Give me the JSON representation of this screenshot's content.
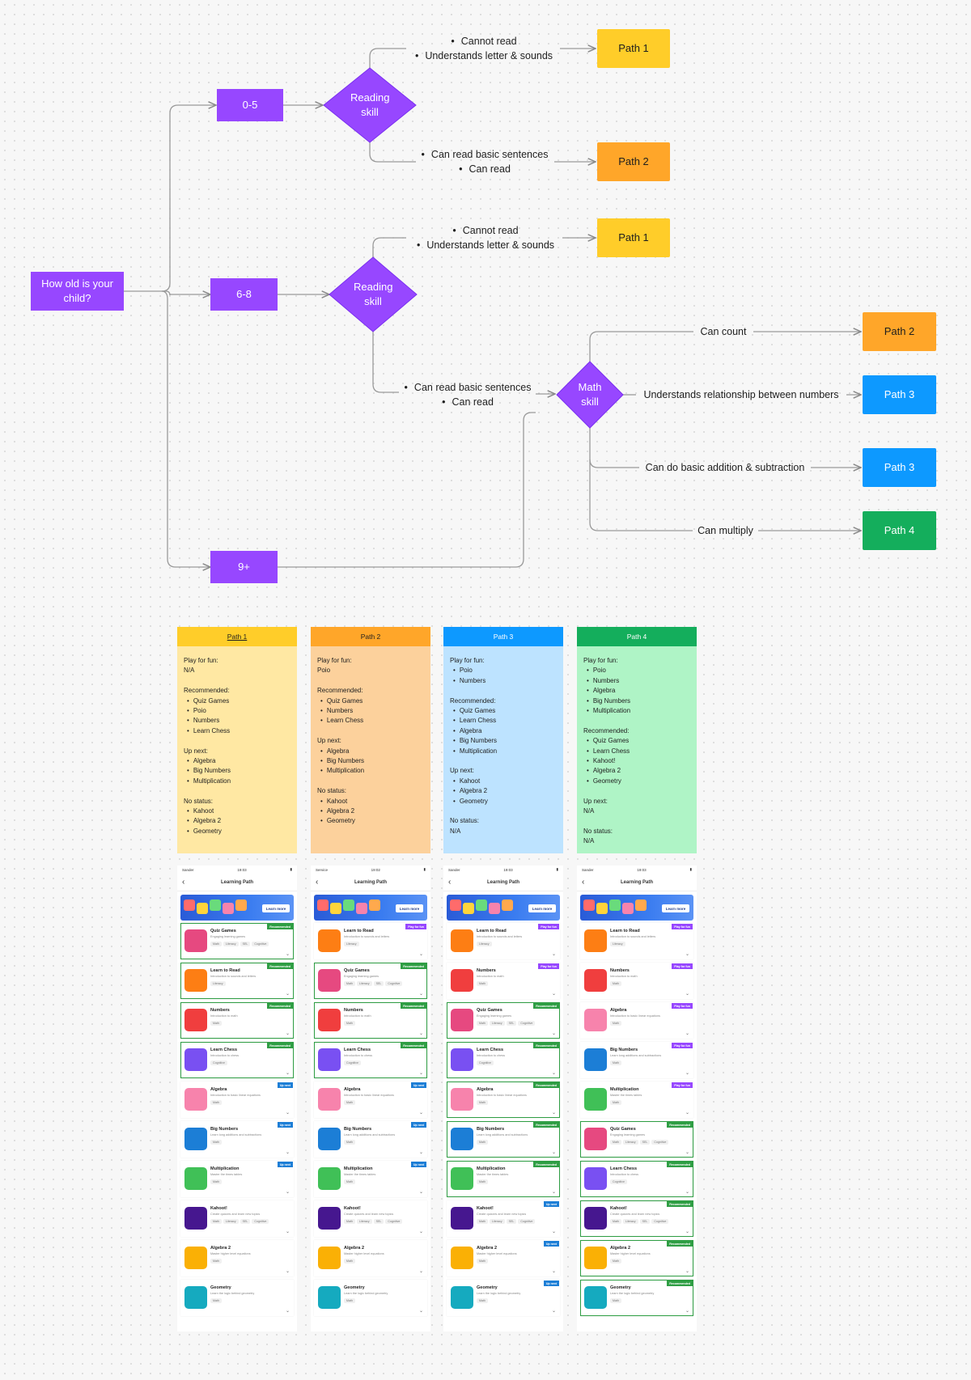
{
  "flow": {
    "start": "How old is your child?",
    "ages": [
      "0-5",
      "6-8",
      "9+"
    ],
    "reading_skill": "Reading skill",
    "math_skill": "Math skill",
    "reading_0_5": {
      "top_labels": [
        "Cannot read",
        "Understands letter & sounds"
      ],
      "top_path": "Path 1",
      "bottom_labels": [
        "Can read basic sentences",
        "Can read"
      ],
      "bottom_path": "Path 2"
    },
    "reading_6_8": {
      "top_labels": [
        "Cannot read",
        "Understands letter & sounds"
      ],
      "top_path": "Path 1",
      "bottom_labels": [
        "Can read basic sentences",
        "Can read"
      ]
    },
    "math": {
      "branches": [
        {
          "label": "Can count",
          "path": "Path 2",
          "color": "#ffa629"
        },
        {
          "label": "Understands relationship between numbers",
          "path": "Path 3",
          "color": "#0d99ff"
        },
        {
          "label": "Can do basic addition & subtraction",
          "path": "Path 3",
          "color": "#0d99ff"
        },
        {
          "label": "Can multiply",
          "path": "Path 4",
          "color": "#14ae5c"
        }
      ]
    },
    "colors": {
      "purple": "#9747ff",
      "yellow": "#ffcd29",
      "orange": "#ffa629",
      "blue": "#0d99ff",
      "green": "#14ae5c"
    }
  },
  "cards": [
    {
      "title": "Path  1",
      "sections": [
        {
          "title": "Play for fun:",
          "items": [],
          "value": "N/A"
        },
        {
          "title": "Recommended:",
          "items": [
            "Quiz Games",
            "Poio",
            "Numbers",
            "Learn Chess"
          ]
        },
        {
          "title": "Up next:",
          "items": [
            "Algebra",
            "Big Numbers",
            "Multiplication"
          ]
        },
        {
          "title": "No status:",
          "items": [
            "Kahoot",
            "Algebra 2",
            "Geometry"
          ]
        }
      ]
    },
    {
      "title": "Path 2",
      "sections": [
        {
          "title": "Play for fun:",
          "items": [],
          "value": "Poio"
        },
        {
          "title": "Recommended:",
          "items": [
            "Quiz Games",
            "Numbers",
            "Learn Chess"
          ]
        },
        {
          "title": "Up next:",
          "items": [
            "Algebra",
            "Big Numbers",
            "Multiplication"
          ]
        },
        {
          "title": "No status:",
          "items": [
            "Kahoot",
            "Algebra 2",
            "Geometry"
          ]
        }
      ]
    },
    {
      "title": "Path 3",
      "sections": [
        {
          "title": "Play for fun:",
          "items": [
            "Poio",
            "Numbers"
          ]
        },
        {
          "title": "Recommended:",
          "items": [
            "Quiz Games",
            "Learn Chess",
            "Algebra",
            "Big Numbers",
            "Multiplication"
          ]
        },
        {
          "title": "Up next:",
          "items": [
            "Kahoot",
            "Algebra 2",
            "Geometry"
          ]
        },
        {
          "title": "No status:",
          "items": [],
          "value": "N/A"
        }
      ]
    },
    {
      "title": "Path 4",
      "sections": [
        {
          "title": "Play for fun:",
          "items": [
            "Poio",
            "Numbers",
            "Algebra",
            "Big Numbers",
            "Multiplication"
          ]
        },
        {
          "title": "Recommended:",
          "items": [
            "Quiz Games",
            "Learn Chess",
            "Kahoot!",
            "Algebra 2",
            "Geometry"
          ]
        },
        {
          "title": "Up next:",
          "items": [],
          "value": "N/A"
        },
        {
          "title": "No status:",
          "items": [],
          "value": "N/A"
        }
      ]
    }
  ],
  "phones": [
    {
      "carrier": "Sander",
      "time": "19:03",
      "title": "Learning Path",
      "banner_btn": "Learn more",
      "apps": [
        {
          "name": "Quiz Games",
          "desc": "Engaging learning games",
          "tags": [
            "Math",
            "Literacy",
            "SEL",
            "Cognitive"
          ],
          "badge": "Recommended",
          "badge_type": "rec",
          "icon": "#e64980"
        },
        {
          "name": "Learn to Read",
          "desc": "Introduction to sounds and letters",
          "tags": [
            "Literacy"
          ],
          "badge": "Recommended",
          "badge_type": "rec",
          "icon": "#fd7e14"
        },
        {
          "name": "Numbers",
          "desc": "Introduction to math",
          "tags": [
            "Math"
          ],
          "badge": "Recommended",
          "badge_type": "rec",
          "icon": "#f03e3e"
        },
        {
          "name": "Learn Chess",
          "desc": "Introduction to chess",
          "tags": [
            "Cognitive"
          ],
          "badge": "Recommended",
          "badge_type": "rec",
          "icon": "#7950f2"
        },
        {
          "name": "Algebra",
          "desc": "Introduction to basic linear equations",
          "tags": [
            "Math"
          ],
          "badge": "Up next",
          "badge_type": "up",
          "icon": "#f783ac"
        },
        {
          "name": "Big Numbers",
          "desc": "Learn long additions and subtractions",
          "tags": [
            "Math"
          ],
          "badge": "Up next",
          "badge_type": "up",
          "icon": "#1c7ed6"
        },
        {
          "name": "Multiplication",
          "desc": "Master the times tables",
          "tags": [
            "Math"
          ],
          "badge": "Up next",
          "badge_type": "up",
          "icon": "#40c057"
        },
        {
          "name": "Kahoot!",
          "desc": "Create quizzes and learn new topics",
          "tags": [
            "Math",
            "Literacy",
            "SEL",
            "Cognitive"
          ],
          "badge": "",
          "badge_type": "",
          "icon": "#46178f"
        },
        {
          "name": "Algebra 2",
          "desc": "Master higher level equations",
          "tags": [
            "Math"
          ],
          "badge": "",
          "badge_type": "",
          "icon": "#fab005"
        },
        {
          "name": "Geometry",
          "desc": "Learn the logic behind geometry",
          "tags": [
            "Math"
          ],
          "badge": "",
          "badge_type": "",
          "icon": "#15aabf"
        }
      ]
    },
    {
      "carrier": "Service",
      "time": "19:02",
      "title": "Learning Path",
      "banner_btn": "Learn more",
      "apps": [
        {
          "name": "Learn to Read",
          "desc": "Introduction to sounds and letters",
          "tags": [
            "Literacy"
          ],
          "badge": "Play for fun",
          "badge_type": "fun",
          "icon": "#fd7e14"
        },
        {
          "name": "Quiz Games",
          "desc": "Engaging learning games",
          "tags": [
            "Math",
            "Literacy",
            "SEL",
            "Cognitive"
          ],
          "badge": "Recommended",
          "badge_type": "rec",
          "icon": "#e64980"
        },
        {
          "name": "Numbers",
          "desc": "Introduction to math",
          "tags": [
            "Math"
          ],
          "badge": "Recommended",
          "badge_type": "rec",
          "icon": "#f03e3e"
        },
        {
          "name": "Learn Chess",
          "desc": "Introduction to chess",
          "tags": [
            "Cognitive"
          ],
          "badge": "Recommended",
          "badge_type": "rec",
          "icon": "#7950f2"
        },
        {
          "name": "Algebra",
          "desc": "Introduction to basic linear equations",
          "tags": [
            "Math"
          ],
          "badge": "Up next",
          "badge_type": "up",
          "icon": "#f783ac"
        },
        {
          "name": "Big Numbers",
          "desc": "Learn long additions and subtractions",
          "tags": [
            "Math"
          ],
          "badge": "Up next",
          "badge_type": "up",
          "icon": "#1c7ed6"
        },
        {
          "name": "Multiplication",
          "desc": "Master the times tables",
          "tags": [
            "Math"
          ],
          "badge": "Up next",
          "badge_type": "up",
          "icon": "#40c057"
        },
        {
          "name": "Kahoot!",
          "desc": "Create quizzes and learn new topics",
          "tags": [
            "Math",
            "Literacy",
            "SEL",
            "Cognitive"
          ],
          "badge": "",
          "badge_type": "",
          "icon": "#46178f"
        },
        {
          "name": "Algebra 2",
          "desc": "Master higher level equations",
          "tags": [
            "Math"
          ],
          "badge": "",
          "badge_type": "",
          "icon": "#fab005"
        },
        {
          "name": "Geometry",
          "desc": "Learn the logic behind geometry",
          "tags": [
            "Math"
          ],
          "badge": "",
          "badge_type": "",
          "icon": "#15aabf"
        }
      ]
    },
    {
      "carrier": "Sander",
      "time": "19:03",
      "title": "Learning Path",
      "banner_btn": "Learn more",
      "apps": [
        {
          "name": "Learn to Read",
          "desc": "Introduction to sounds and letters",
          "tags": [
            "Literacy"
          ],
          "badge": "Play for fun",
          "badge_type": "fun",
          "icon": "#fd7e14"
        },
        {
          "name": "Numbers",
          "desc": "Introduction to math",
          "tags": [
            "Math"
          ],
          "badge": "Play for fun",
          "badge_type": "fun",
          "icon": "#f03e3e"
        },
        {
          "name": "Quiz Games",
          "desc": "Engaging learning games",
          "tags": [
            "Math",
            "Literacy",
            "SEL",
            "Cognitive"
          ],
          "badge": "Recommended",
          "badge_type": "rec",
          "icon": "#e64980"
        },
        {
          "name": "Learn Chess",
          "desc": "Introduction to chess",
          "tags": [
            "Cognitive"
          ],
          "badge": "Recommended",
          "badge_type": "rec",
          "icon": "#7950f2"
        },
        {
          "name": "Algebra",
          "desc": "Introduction to basic linear equations",
          "tags": [
            "Math"
          ],
          "badge": "Recommended",
          "badge_type": "rec",
          "icon": "#f783ac"
        },
        {
          "name": "Big Numbers",
          "desc": "Learn long additions and subtractions",
          "tags": [
            "Math"
          ],
          "badge": "Recommended",
          "badge_type": "rec",
          "icon": "#1c7ed6"
        },
        {
          "name": "Multiplication",
          "desc": "Master the times tables",
          "tags": [
            "Math"
          ],
          "badge": "Recommended",
          "badge_type": "rec",
          "icon": "#40c057"
        },
        {
          "name": "Kahoot!",
          "desc": "Create quizzes and learn new topics",
          "tags": [
            "Math",
            "Literacy",
            "SEL",
            "Cognitive"
          ],
          "badge": "Up next",
          "badge_type": "up",
          "icon": "#46178f"
        },
        {
          "name": "Algebra 2",
          "desc": "Master higher level equations",
          "tags": [
            "Math"
          ],
          "badge": "Up next",
          "badge_type": "up",
          "icon": "#fab005"
        },
        {
          "name": "Geometry",
          "desc": "Learn the logic behind geometry",
          "tags": [
            "Math"
          ],
          "badge": "Up next",
          "badge_type": "up",
          "icon": "#15aabf"
        }
      ]
    },
    {
      "carrier": "Sander",
      "time": "19:03",
      "title": "Learning Path",
      "banner_btn": "Learn more",
      "apps": [
        {
          "name": "Learn to Read",
          "desc": "Introduction to sounds and letters",
          "tags": [
            "Literacy"
          ],
          "badge": "Play for fun",
          "badge_type": "fun",
          "icon": "#fd7e14"
        },
        {
          "name": "Numbers",
          "desc": "Introduction to math",
          "tags": [
            "Math"
          ],
          "badge": "Play for fun",
          "badge_type": "fun",
          "icon": "#f03e3e"
        },
        {
          "name": "Algebra",
          "desc": "Introduction to basic linear equations",
          "tags": [
            "Math"
          ],
          "badge": "Play for fun",
          "badge_type": "fun",
          "icon": "#f783ac"
        },
        {
          "name": "Big Numbers",
          "desc": "Learn long additions and subtractions",
          "tags": [
            "Math"
          ],
          "badge": "Play for fun",
          "badge_type": "fun",
          "icon": "#1c7ed6"
        },
        {
          "name": "Multiplication",
          "desc": "Master the times tables",
          "tags": [
            "Math"
          ],
          "badge": "Play for fun",
          "badge_type": "fun",
          "icon": "#40c057"
        },
        {
          "name": "Quiz Games",
          "desc": "Engaging learning games",
          "tags": [
            "Math",
            "Literacy",
            "SEL",
            "Cognitive"
          ],
          "badge": "Recommended",
          "badge_type": "rec",
          "icon": "#e64980"
        },
        {
          "name": "Learn Chess",
          "desc": "Introduction to chess",
          "tags": [
            "Cognitive"
          ],
          "badge": "Recommended",
          "badge_type": "rec",
          "icon": "#7950f2"
        },
        {
          "name": "Kahoot!",
          "desc": "Create quizzes and learn new topics",
          "tags": [
            "Math",
            "Literacy",
            "SEL",
            "Cognitive"
          ],
          "badge": "Recommended",
          "badge_type": "rec",
          "icon": "#46178f"
        },
        {
          "name": "Algebra 2",
          "desc": "Master higher level equations",
          "tags": [
            "Math"
          ],
          "badge": "Recommended",
          "badge_type": "rec",
          "icon": "#fab005"
        },
        {
          "name": "Geometry",
          "desc": "Learn the logic behind geometry",
          "tags": [
            "Math"
          ],
          "badge": "Recommended",
          "badge_type": "rec",
          "icon": "#15aabf"
        }
      ]
    }
  ]
}
